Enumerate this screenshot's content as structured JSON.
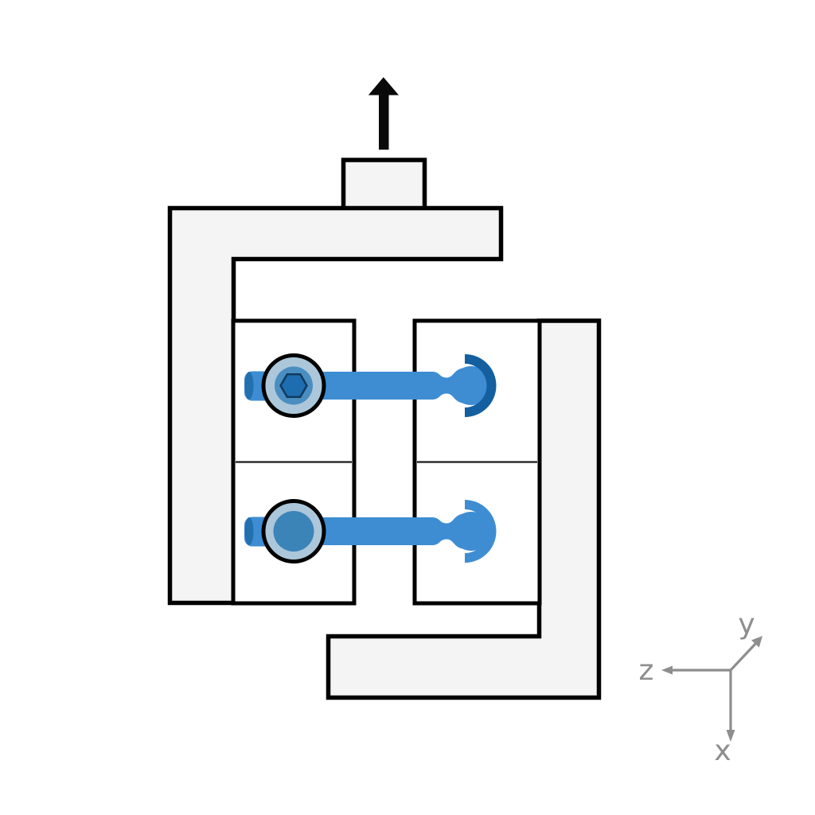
{
  "figure": {
    "axis_triad": {
      "label_y": "y",
      "label_z": "z",
      "label_x": "x"
    },
    "icons": {
      "load_arrow": "up-arrow",
      "bolt_socket": "hexagon"
    },
    "colors": {
      "background": "#ffffff",
      "outline_black": "#000000",
      "fixture_gray": "#f4f4f4",
      "plate_white": "#ffffff",
      "arrow_black": "#0a0a0a",
      "bolt_blue": "#3e8dd3",
      "bolt_dark_blue": "#135f9f",
      "bolt_head_light": "#acc7da",
      "bolt_head_mid_upper": "#4a8ec1",
      "bolt_head_mid_lower": "#3b84b8",
      "hex_socket_fill": "#1d6db0",
      "hex_socket_stroke": "#113a5e",
      "bolt_tip_dark": "#2270ae",
      "axes_gray": "#8e8e8e"
    }
  }
}
